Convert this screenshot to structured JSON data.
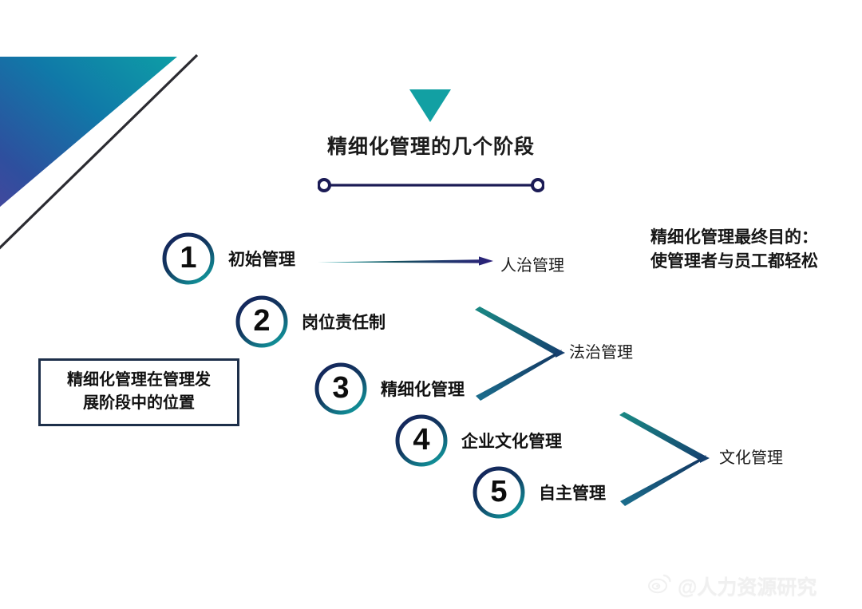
{
  "slide": {
    "title": "精细化管理的几个阶段",
    "caption_line1": "精细化管理在管理发",
    "caption_line2": "展阶段中的位置",
    "purpose_line1": "精细化管理最终目的：",
    "purpose_line2": "使管理者与员工都轻松"
  },
  "steps": [
    {
      "number": "1",
      "label": "初始管理"
    },
    {
      "number": "2",
      "label": "岗位责任制"
    },
    {
      "number": "3",
      "label": "精细化管理"
    },
    {
      "number": "4",
      "label": "企业文化管理"
    },
    {
      "number": "5",
      "label": "自主管理"
    }
  ],
  "outcomes": [
    {
      "label": "人治管理"
    },
    {
      "label": "法治管理"
    },
    {
      "label": "文化管理"
    }
  ],
  "watermark": {
    "handle": "@人力资源研究",
    "logo": "weibo-icon"
  },
  "colors": {
    "teal": "#12a0a3",
    "navy": "#11265a",
    "deep_navy": "#1b1b55",
    "blue": "#1a4c8b",
    "purple": "#4a44a8",
    "text": "#111111",
    "watermark": "#f0f0f0"
  },
  "chart_data": {
    "type": "diagram",
    "title": "精细化管理的几个阶段",
    "stages": [
      {
        "index": 1,
        "name": "初始管理",
        "outcome": "人治管理"
      },
      {
        "index": 2,
        "name": "岗位责任制",
        "outcome": "法治管理"
      },
      {
        "index": 3,
        "name": "精细化管理",
        "outcome": "法治管理"
      },
      {
        "index": 4,
        "name": "企业文化管理",
        "outcome": "文化管理"
      },
      {
        "index": 5,
        "name": "自主管理",
        "outcome": "文化管理"
      }
    ],
    "groups": [
      {
        "outcome": "人治管理",
        "members": [
          "初始管理"
        ]
      },
      {
        "outcome": "法治管理",
        "members": [
          "岗位责任制",
          "精细化管理"
        ]
      },
      {
        "outcome": "文化管理",
        "members": [
          "企业文化管理",
          "自主管理"
        ]
      }
    ]
  }
}
